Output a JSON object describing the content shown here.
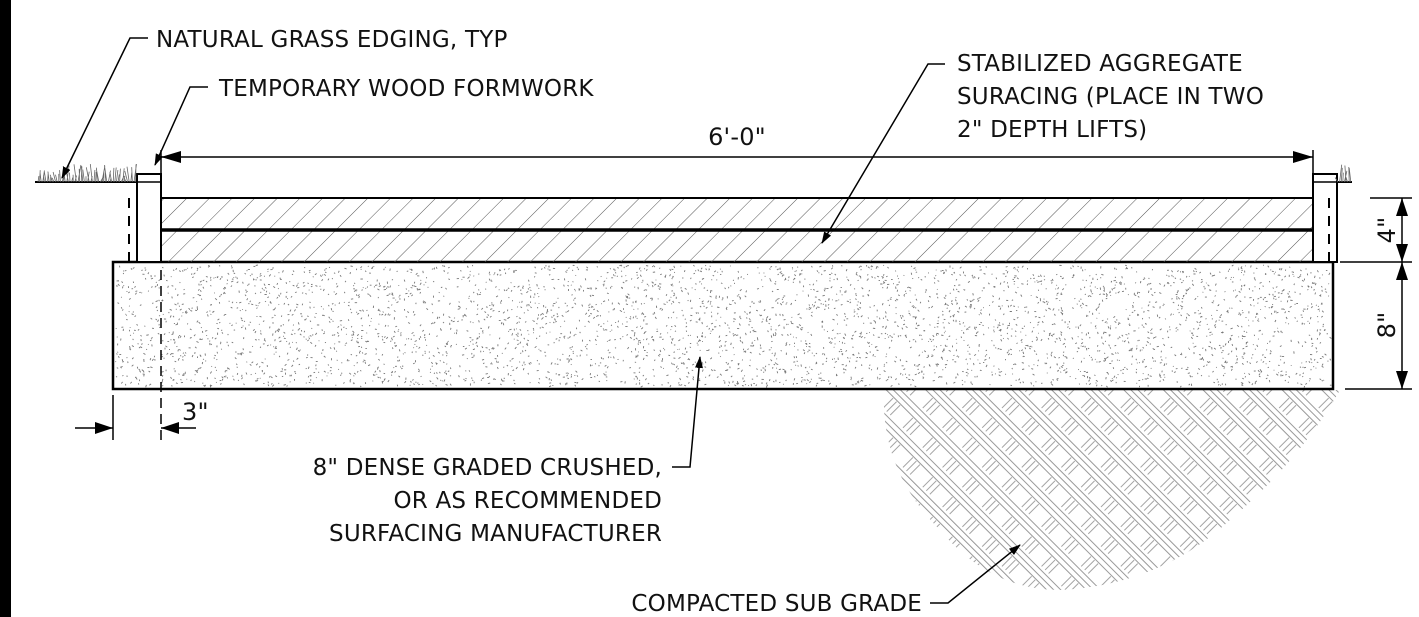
{
  "diagram": {
    "labels": {
      "grass_edging": "NATURAL GRASS EDGING, TYP",
      "formwork": "TEMPORARY WOOD FORMWORK",
      "stabilized_line1": "STABILIZED AGGREGATE",
      "stabilized_line2": "SURACING (PLACE IN TWO",
      "stabilized_line3": "2\" DEPTH LIFTS)",
      "base_line1": "8\" DENSE GRADED CRUSHED,",
      "base_line2": "OR AS RECOMMENDED",
      "base_line3": "SURFACING MANUFACTURER",
      "subgrade": "COMPACTED SUB GRADE"
    },
    "dimensions": {
      "width": "6'-0\"",
      "surface_depth": "4\"",
      "base_depth": "8\"",
      "overhang": "3\""
    },
    "colors": {
      "line": "#000000",
      "hatch": "#555555",
      "stipple": "#777777",
      "background": "#ffffff"
    }
  }
}
